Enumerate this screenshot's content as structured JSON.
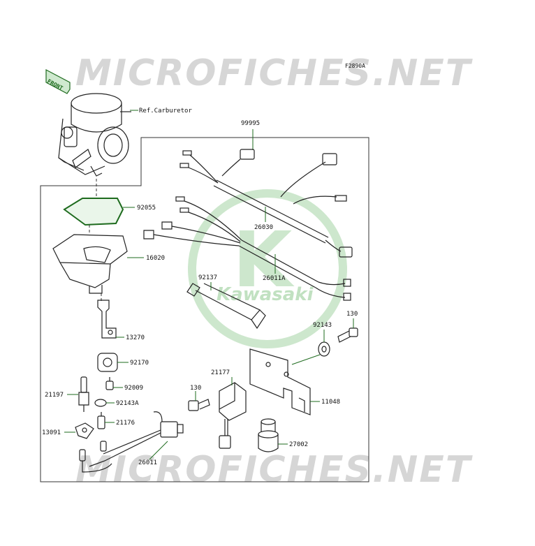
{
  "watermark": {
    "text": "MICROFICHES.NET",
    "color": "#d4d4d4"
  },
  "brand": {
    "text": "Kawasaki",
    "color": "#bfe0bf",
    "logo_text": "K"
  },
  "diagram_code": "F2890A",
  "front_label": "FRONT",
  "colors": {
    "line": "#1a1a1a",
    "leader": "#1e6b1e",
    "label": "#111111"
  },
  "parts": {
    "ref_carburetor": "Ref.Carburetor",
    "p99995": "99995",
    "p92055": "92055",
    "p16020": "16020",
    "p26030": "26030",
    "p26011a": "26011A",
    "p92137": "92137",
    "p130a": "130",
    "p92143": "92143",
    "p13270": "13270",
    "p92170": "92170",
    "p21177": "21177",
    "p130b": "130",
    "p11048": "11048",
    "p92009": "92009",
    "p21197": "21197",
    "p92143a": "92143A",
    "p21176": "21176",
    "p13091": "13091",
    "p27002": "27002",
    "p26011": "26011"
  }
}
